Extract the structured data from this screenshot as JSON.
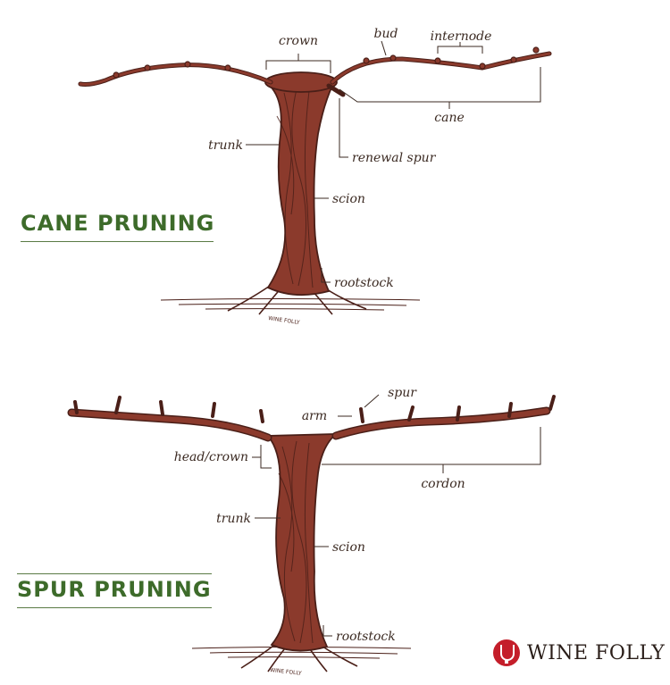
{
  "cane": {
    "title": "CANE PRUNING",
    "labels": {
      "crown": "crown",
      "bud": "bud",
      "internode": "internode",
      "cane": "cane",
      "trunk": "trunk",
      "renewal_spur": "renewal spur",
      "scion": "scion",
      "rootstock": "rootstock"
    }
  },
  "spur": {
    "title": "SPUR PRUNING",
    "labels": {
      "spur": "spur",
      "arm": "arm",
      "head_crown": "head/crown",
      "cordon": "cordon",
      "trunk": "trunk",
      "scion": "scion",
      "rootstock": "rootstock"
    }
  },
  "brand": {
    "name": "WINE FOLLY",
    "logo_icon": "wine-glass-icon",
    "accent": "#c41e2a"
  },
  "colors": {
    "vine": "#8b3a2c",
    "vine_dark": "#4a1f18",
    "title_green": "#3d6b2a",
    "label": "#3b2a22"
  }
}
